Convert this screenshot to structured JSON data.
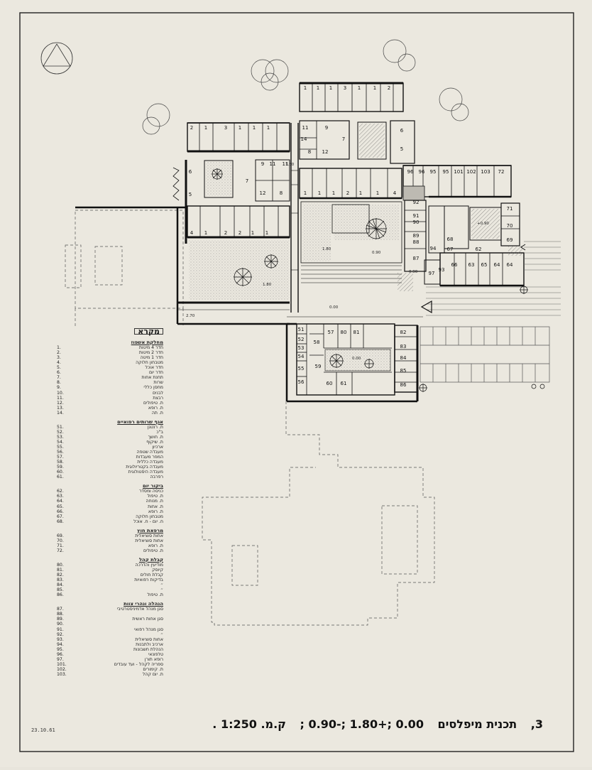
{
  "title": {
    "number": "3,",
    "text": "תכנית מיפלסים",
    "levels": "0.00 ;+1.80 ;-0.90 ;",
    "scale": "ק.מ. 1:250 ."
  },
  "date": "23.10.61",
  "level_marks": [
    "1.80",
    "0.90",
    "1.80",
    "0.00",
    "+0.90",
    "1.80",
    "0.00",
    "0.90",
    "2.70"
  ],
  "legend": {
    "title": "מקרא",
    "sections": [
      {
        "heading": "מחלקת אשפוז",
        "items": [
          {
            "code": "1.",
            "label": "חדר 4 מיטות"
          },
          {
            "code": "2.",
            "label": "חדר 2 מיטות"
          },
          {
            "code": "3.",
            "label": "חדר 1 מיטה"
          },
          {
            "code": "4.",
            "label": "מטבחון חלוקה"
          },
          {
            "code": "5.",
            "label": "חדר אוכל"
          },
          {
            "code": "6.",
            "label": "חדר יום"
          },
          {
            "code": "7.",
            "label": "תחנת אחות"
          },
          {
            "code": "8.",
            "label": "שרות"
          },
          {
            "code": "9.",
            "label": "מחסן כללי"
          },
          {
            "code": "10.",
            "label": "לבנים"
          },
          {
            "code": "11.",
            "label": "רבצת"
          },
          {
            "code": "12.",
            "label": "ת. טיפולים"
          },
          {
            "code": "13.",
            "label": "ת. רופא"
          },
          {
            "code": "14.",
            "label": "ת. תה"
          }
        ]
      },
      {
        "heading": "אגף שרותים רפואיים",
        "items": [
          {
            "code": "51.",
            "label": "ת. רנטגן"
          },
          {
            "code": "52.",
            "label": "ב\"כ"
          },
          {
            "code": "53.",
            "label": "ת. חושך"
          },
          {
            "code": "54.",
            "label": "ת. שיקוף"
          },
          {
            "code": "55.",
            "label": "ארכיון"
          },
          {
            "code": "56.",
            "label": "מעבדה שטפה"
          },
          {
            "code": "57.",
            "label": "המפר מעבדות"
          },
          {
            "code": "58.",
            "label": "מעבדה כללית"
          },
          {
            "code": "59.",
            "label": "מעבדה בקטריולוגית"
          },
          {
            "code": "60.",
            "label": "מעבדה היסטולוגית"
          },
          {
            "code": "61.",
            "label": "רפרבה"
          }
        ]
      },
      {
        "heading": "ביקור יום",
        "items": [
          {
            "code": "62.",
            "label": "כניסה ומסדר"
          },
          {
            "code": "63.",
            "label": "ת. טיפול"
          },
          {
            "code": "64.",
            "label": "ת. מנוחה"
          },
          {
            "code": "65.",
            "label": "ת. אחות"
          },
          {
            "code": "66.",
            "label": "ת. רופא"
          },
          {
            "code": "67.",
            "label": "מטבחון חלוקה"
          },
          {
            "code": "68.",
            "label": "ח. יום - ח. אוכל"
          }
        ]
      },
      {
        "heading": "מרפאת חוץ",
        "items": [
          {
            "code": "69.",
            "label": "אחות סוציאלית"
          },
          {
            "code": "70.",
            "label": "אחות סוציאלית"
          },
          {
            "code": "71.",
            "label": "ת. רופא"
          },
          {
            "code": "72.",
            "label": "ת. טיפולים"
          }
        ]
      },
      {
        "heading": "קבלת קהל",
        "items": [
          {
            "code": "80.",
            "label": "מודיעין והדרכה"
          },
          {
            "code": "81.",
            "label": "קיוסק"
          },
          {
            "code": "82.",
            "label": "קבלת חולים"
          },
          {
            "code": "83.",
            "label": "בדיקות רפואיות"
          },
          {
            "code": "84.",
            "label": "״"
          },
          {
            "code": "85.",
            "label": "״"
          },
          {
            "code": "86.",
            "label": "ת. טיפול"
          }
        ]
      },
      {
        "heading": "הנהלה ונהרי צוות",
        "items": [
          {
            "code": "87.",
            "label": "סגן מנהל אדמיניסטרטיבי"
          },
          {
            "code": "88.",
            "label": ""
          },
          {
            "code": "89.",
            "label": "סגן אחות ראשית"
          },
          {
            "code": "90.",
            "label": ""
          },
          {
            "code": "91.",
            "label": "סגן מנהל רפואי"
          },
          {
            "code": "92.",
            "label": "״"
          },
          {
            "code": "93.",
            "label": "אחות סוציאלית"
          },
          {
            "code": "94.",
            "label": "ארכיב ולתבנות"
          },
          {
            "code": "95.",
            "label": "הנהלת חשבונות"
          },
          {
            "code": "96.",
            "label": "טלפונאי"
          },
          {
            "code": "97.",
            "label": "רופא תורן"
          },
          {
            "code": "101.",
            "label": "ספריה לקהל - ועד עובדים"
          },
          {
            "code": "102.",
            "label": "ת. קימורים"
          },
          {
            "code": "103.",
            "label": "ת. יום קהל"
          }
        ]
      }
    ]
  }
}
